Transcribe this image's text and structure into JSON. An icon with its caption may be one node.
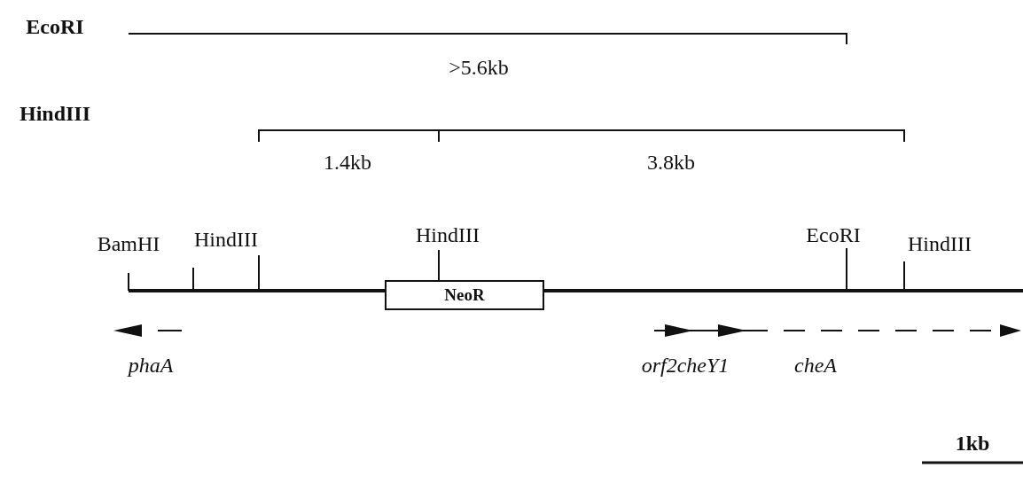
{
  "diagram": {
    "nodes": [
      {
        "text": [
          "NeoR"
        ]
      }
    ],
    "labels": [
      "EcoRI",
      ">5.6kb",
      "HindIII",
      "1.4kb",
      "3.8kb",
      "BamHI",
      "HindIII",
      "HindIII",
      "EcoRI",
      "HindIII",
      "phaA",
      "orf2cheY1",
      "cheA",
      "1kb"
    ]
  }
}
